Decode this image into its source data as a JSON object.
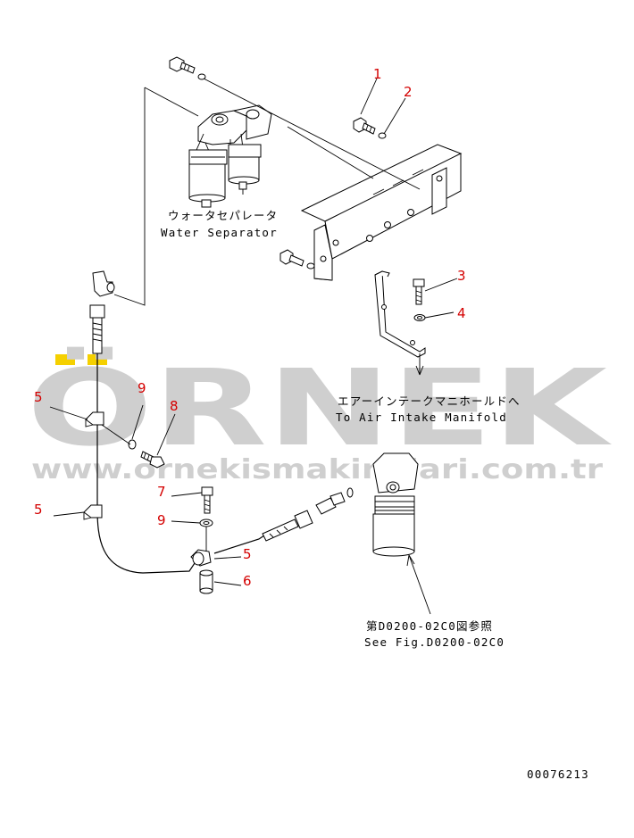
{
  "watermark": {
    "brand": "ÖRNEK",
    "url": "www.ornekismakinalari.com.tr",
    "accent_color": "#f5d000",
    "text_color": "#cfcfcf"
  },
  "labels": {
    "water_separator_jp": "ウォータセパレータ",
    "water_separator_en": "Water Separator",
    "air_intake_jp": "エアーインテークマニホールドへ",
    "air_intake_en": "To Air Intake Manifold",
    "see_fig_jp": "第D0200-02C0図参照",
    "see_fig_en": "See Fig.D0200-02C0"
  },
  "callouts": [
    "1",
    "2",
    "3",
    "4",
    "5",
    "5",
    "5",
    "6",
    "7",
    "8",
    "9",
    "9"
  ],
  "drawing_number": "00076213",
  "colors": {
    "callout": "#d40000",
    "line": "#000000"
  }
}
